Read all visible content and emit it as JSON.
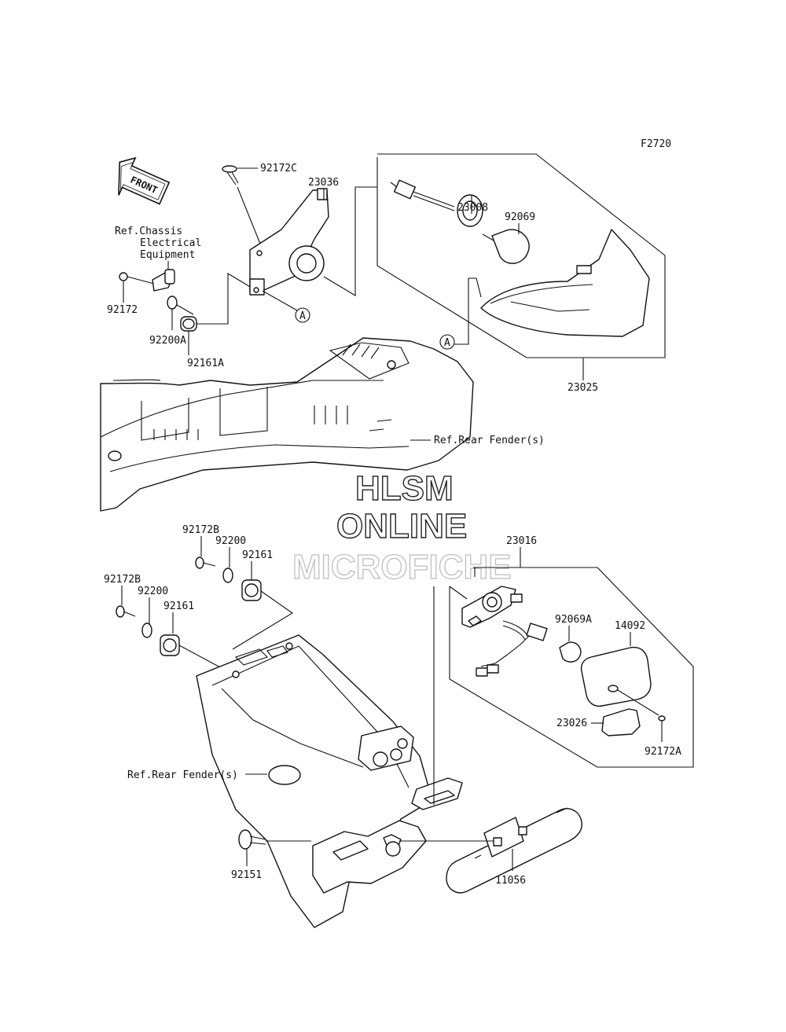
{
  "figure_code": "F2720",
  "front_badge": "FRONT",
  "callouts": {
    "p92172C": "92172C",
    "p23036": "23036",
    "p23008": "23008",
    "p92069": "92069",
    "p23025": "23025",
    "p92172": "92172",
    "p92200A": "92200A",
    "p92161A": "92161A",
    "p92172B_a": "92172B",
    "p92200_a": "92200",
    "p92161_a": "92161",
    "p92172B_b": "92172B",
    "p92200_b": "92200",
    "p92161_b": "92161",
    "p23016": "23016",
    "p92069A": "92069A",
    "p14092": "14092",
    "p23026": "23026",
    "p92172A": "92172A",
    "p92151": "92151",
    "p11056": "11056"
  },
  "refs": {
    "chassis_line1": "Ref.Chassis",
    "chassis_line2": "Electrical",
    "chassis_line3": "Equipment",
    "rear_fender_top": "Ref.Rear Fender(s)",
    "rear_fender_bottom": "Ref.Rear Fender(s)"
  },
  "markers": {
    "a1": "A",
    "a2": "A"
  },
  "watermark": {
    "line1": "HLSM",
    "line2": "ONLINE",
    "line3": "MICROFICHE"
  }
}
